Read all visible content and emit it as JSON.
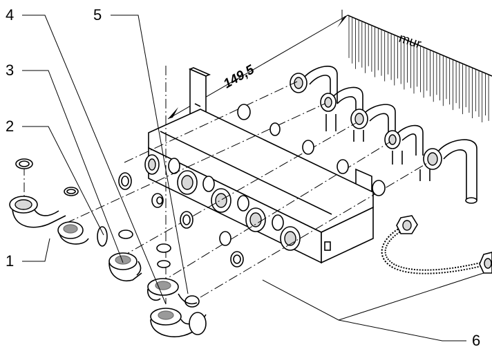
{
  "callouts": {
    "c1": "1",
    "c2": "2",
    "c3": "3",
    "c4": "4",
    "c5": "5",
    "c6": "6"
  },
  "dimension": {
    "value": "149,5"
  },
  "wall": {
    "label": "mur"
  }
}
